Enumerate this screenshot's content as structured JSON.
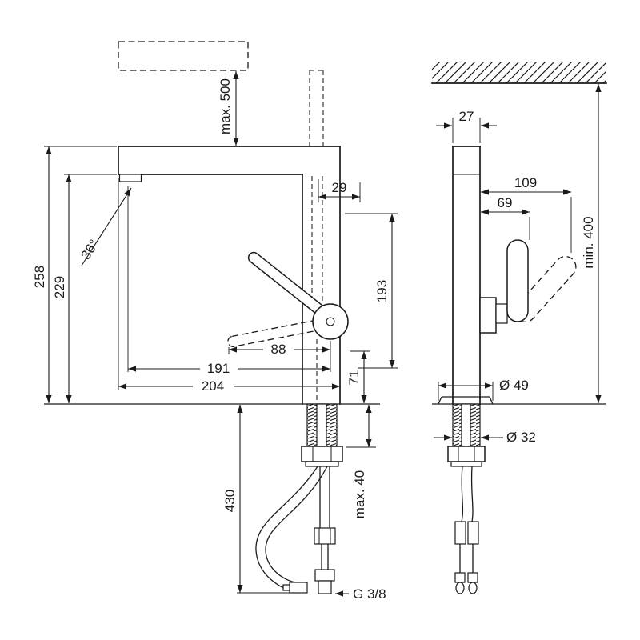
{
  "colors": {
    "line": "#1a1a1a",
    "background": "#ffffff"
  },
  "front_view": {
    "max_pullout_height": "max. 500",
    "total_height": "258",
    "spout_underside_height": "229",
    "swivel_angle": "36°",
    "offset_29": "29",
    "clearance_193": "193",
    "handle_height_71": "71",
    "handle_reach_88": "88",
    "reach_191": "191",
    "spout_reach_204": "204",
    "hose_length_430": "430",
    "max_counter_thickness": "max. 40",
    "connection_thread": "G 3/8"
  },
  "side_view": {
    "body_depth_27": "27",
    "handle_depth_109": "109",
    "handle_depth_69": "69",
    "min_wall_distance": "min. 400",
    "base_diameter": "Ø 49",
    "shank_diameter": "Ø 32"
  }
}
